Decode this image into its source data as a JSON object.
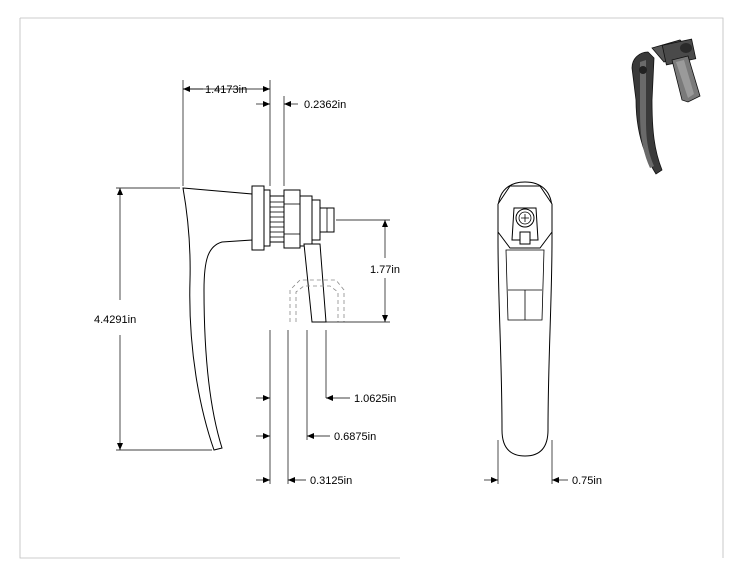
{
  "dimensions": {
    "overall_width": "1.4173in",
    "nut_width": "0.2362in",
    "height": "4.4291in",
    "cam_drop": "1.77in",
    "offset_a": "1.0625in",
    "offset_b": "0.6875in",
    "offset_c": "0.3125in",
    "front_width": "0.75in"
  },
  "colors": {
    "line": "#000000",
    "hidden_line": "#8a8a8a",
    "frame": "#bdbdbd",
    "render_dark": "#3a3a3a"
  },
  "icons": {
    "render": "latch-handle-3d-render-icon"
  }
}
